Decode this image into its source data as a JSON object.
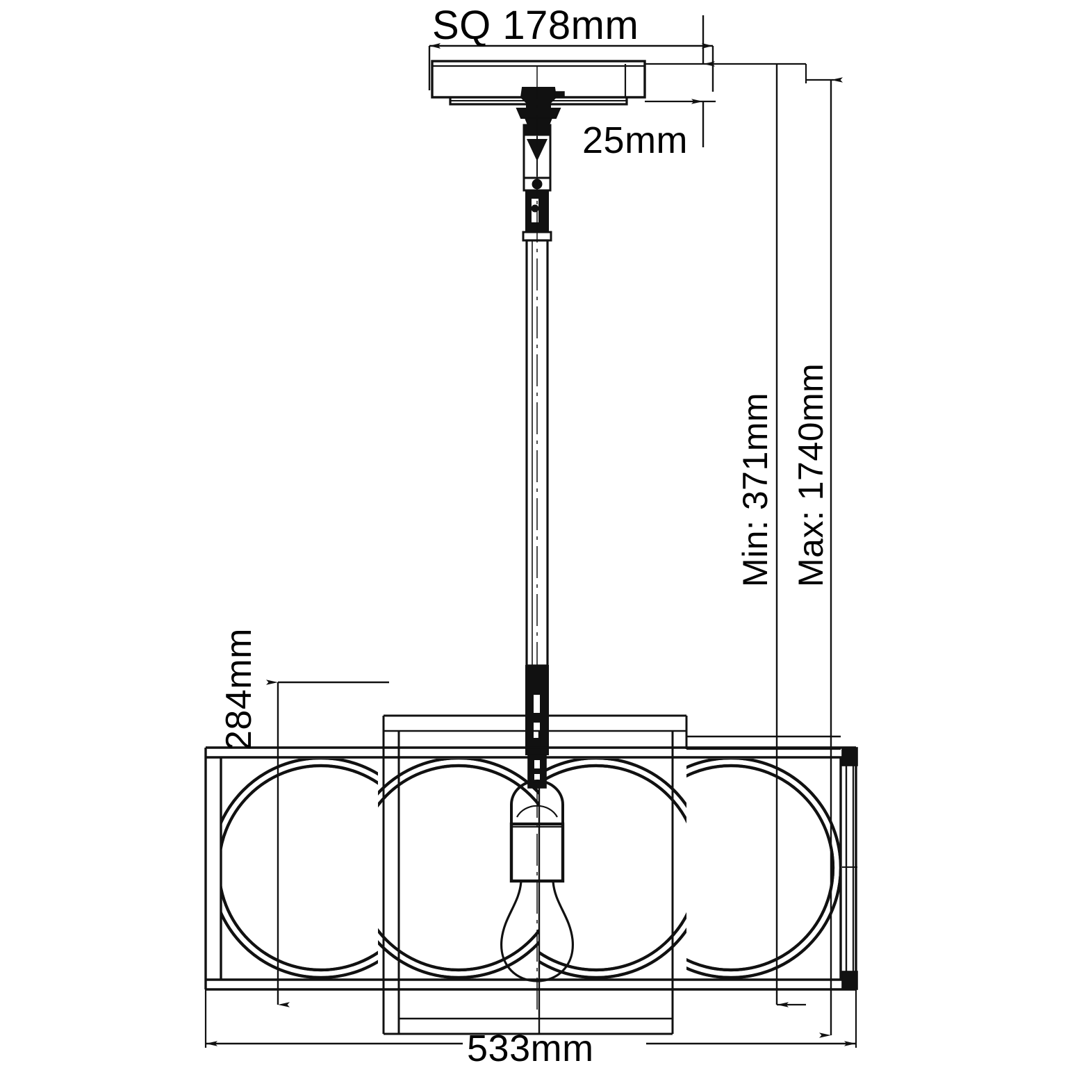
{
  "drawing": {
    "title": "Pendant light fixture dimensional drawing",
    "units": "mm",
    "line_color": "#111111",
    "background_color": "#ffffff"
  },
  "dimensions": {
    "canopy_width": {
      "label": "SQ 178mm",
      "value": 178,
      "name": "canopy-square-width"
    },
    "canopy_height": {
      "label": "25mm",
      "value": 25,
      "name": "canopy-thickness"
    },
    "fixture_width": {
      "label": "533mm",
      "value": 533,
      "name": "overall-width"
    },
    "shade_height": {
      "label": "284mm",
      "value": 284,
      "name": "shade-height"
    },
    "min_drop": {
      "label": "Min: 371mm",
      "value": 371,
      "name": "minimum-overall-height"
    },
    "max_drop": {
      "label": "Max: 1740mm",
      "value": 1740,
      "name": "maximum-overall-height"
    }
  },
  "components": {
    "canopy": "ceiling-canopy-plate",
    "swivel": "swivel-joint",
    "rod": "downrod-stem",
    "frame": "lantern-frame",
    "pattern": "quatrefoil-circle-pattern",
    "socket": "lamp-socket",
    "bulb": "light-bulb"
  }
}
